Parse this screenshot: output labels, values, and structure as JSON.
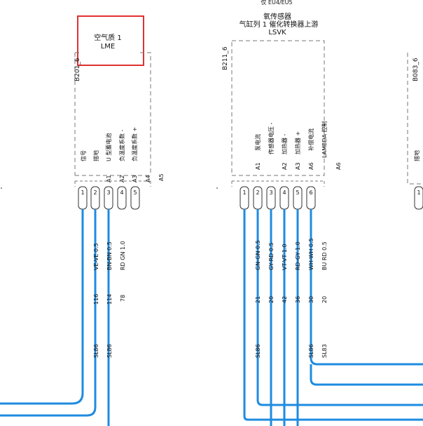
{
  "top_note": "仅 EU4/EU5",
  "colors": {
    "wire": "#1e8be0",
    "highlight": "#e03131",
    "dash": "#777777",
    "text": "#111111"
  },
  "components": [
    {
      "id": "B201_6",
      "title": "空气质 1",
      "subtitle": "LME",
      "highlighted": true,
      "signals": [
        "信号",
        "搭地",
        "U 型蓄电池",
        "负温度系数 -",
        "负温度系数 +"
      ],
      "pin_ids": [
        "A1",
        "A2",
        "A3",
        "A4"
      ],
      "group_id": "A5",
      "pins": [
        "1",
        "2",
        "3",
        "4",
        "5"
      ],
      "wires": [
        {
          "code": "VE-VE 0.5",
          "circuit": "116",
          "splice": "SL86"
        },
        {
          "code": "BN-BN 0.5",
          "circuit": "114",
          "splice": "SL86"
        },
        {
          "code": "RD GN 1.0",
          "circuit": "78",
          "splice": ""
        }
      ]
    },
    {
      "id": "B211_6",
      "title_line1": "氧传感器",
      "title_line2": "气缸列 1 催化转换器上游",
      "subtitle": "LSVK",
      "signals": [
        "泵电流",
        "传感器电压 -",
        "加热器 -",
        "加热器 +",
        "补偿电流",
        "LAMBDA 控制"
      ],
      "pin_ids": [
        "A1",
        "A2",
        "A3",
        "A6"
      ],
      "group_id": "A6",
      "pins": [
        "1",
        "2",
        "3",
        "4",
        "5",
        "6"
      ],
      "wires": [
        {
          "code": "GN-GN 0.5",
          "circuit": "21",
          "splice": "SL86"
        },
        {
          "code": "GY-RD 0.5",
          "circuit": "20",
          "splice": ""
        },
        {
          "code": "VT-VT 1.0",
          "circuit": "42",
          "splice": ""
        },
        {
          "code": "RD-GY 1.0",
          "circuit": "36",
          "splice": ""
        },
        {
          "code": "WH-WH 0.5",
          "circuit": "30",
          "splice": "SL86"
        },
        {
          "code": "BU RD 0.5",
          "circuit": "20",
          "splice": "SL83"
        }
      ]
    },
    {
      "id": "B083_6",
      "signals": [
        "搭地"
      ],
      "pins": [
        "1"
      ]
    }
  ]
}
